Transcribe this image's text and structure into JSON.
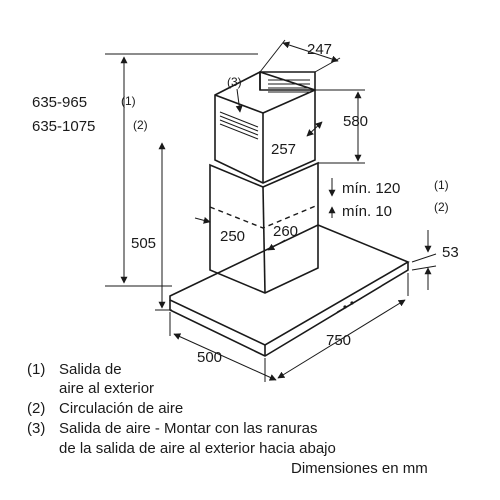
{
  "callout_3": "(3)",
  "dims": {
    "top_width": "247",
    "top_height": "580",
    "upper_depth": "257",
    "height_1": "635-965",
    "height_1_ref": "(1)",
    "height_2": "635-1075",
    "height_2_ref": "(2)",
    "min_1": "mín. 120",
    "min_1_ref": "(1)",
    "min_2": "mín. 10",
    "min_2_ref": "(2)",
    "lower_width": "250",
    "lower_depth": "260",
    "lower_height": "505",
    "hood_thickness": "53",
    "hood_depth": "500",
    "hood_width": "750"
  },
  "legend": [
    {
      "ref": "(1)",
      "lines": [
        "Salida de",
        "aire al exterior"
      ]
    },
    {
      "ref": "(2)",
      "lines": [
        "Circulación de aire"
      ]
    },
    {
      "ref": "(3)",
      "lines": [
        "Salida de aire - Montar con las ranuras",
        "de la salida de aire al exterior hacia abajo"
      ]
    }
  ],
  "units_note": "Dimensiones en mm"
}
